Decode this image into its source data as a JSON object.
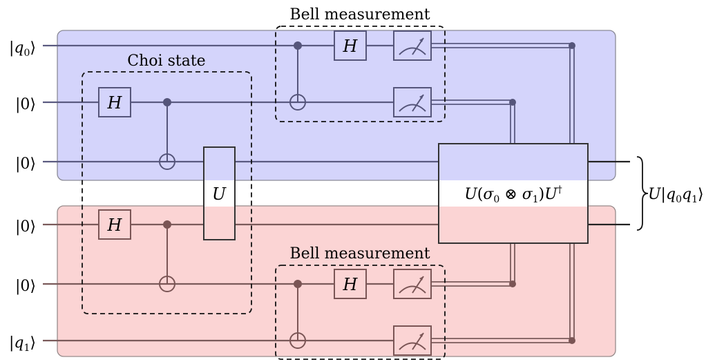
{
  "circuit": {
    "inputs": [
      {
        "id": "q0",
        "ket": "q",
        "sub": "0"
      },
      {
        "id": "a1",
        "ket": "0",
        "sub": ""
      },
      {
        "id": "a2",
        "ket": "0",
        "sub": ""
      },
      {
        "id": "a3",
        "ket": "0",
        "sub": ""
      },
      {
        "id": "a4",
        "ket": "0",
        "sub": ""
      },
      {
        "id": "q1",
        "ket": "q",
        "sub": "1"
      }
    ],
    "groups": {
      "choi": "Choi state",
      "bell_top": "Bell measurement",
      "bell_bottom": "Bell measurement"
    },
    "gates": {
      "hadamard": "H",
      "unitary": "U",
      "correction": "U(σ0 ⊗ σ1)U†"
    },
    "output": "U|q0q1⟩",
    "colors": {
      "top_region": "#d4d4fb",
      "bottom_region": "#fbd4d4",
      "top_wire": "#55557a",
      "bottom_wire": "#7a5555",
      "region_border": "#888888"
    }
  }
}
